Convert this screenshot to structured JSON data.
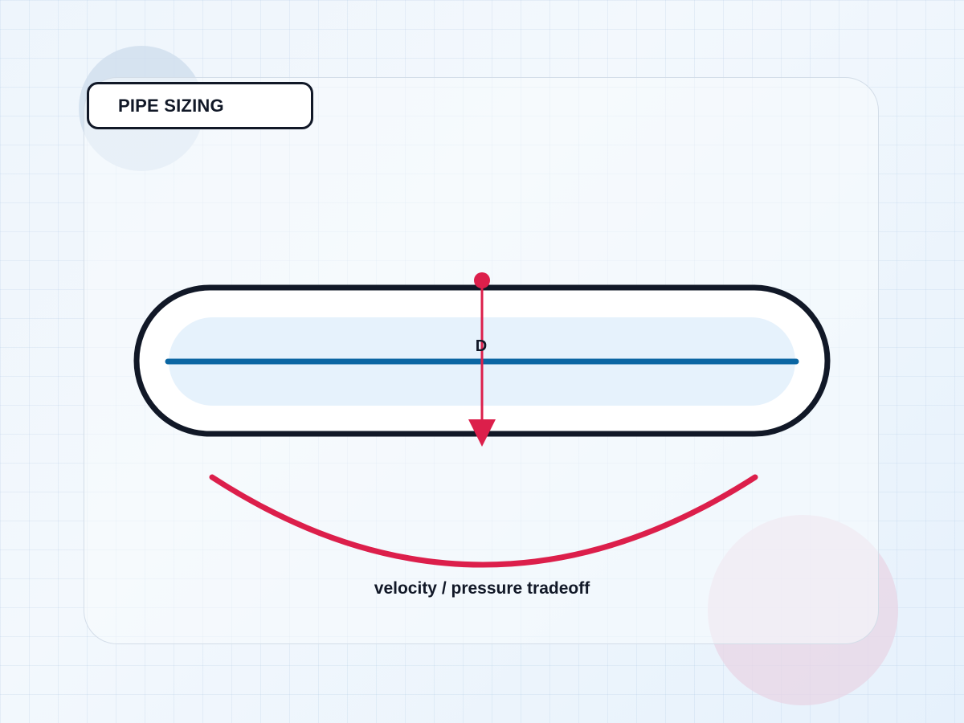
{
  "title": "PIPE SIZING",
  "dimension_label": "D",
  "caption": "velocity / pressure tradeoff",
  "colors": {
    "pipe_outline": "#111827",
    "pipe_fill": "#ffffff",
    "pipe_inner": "#e6f2fc",
    "flow_line": "#0b66a3",
    "accent": "#dc1f4b",
    "text": "#111827"
  }
}
